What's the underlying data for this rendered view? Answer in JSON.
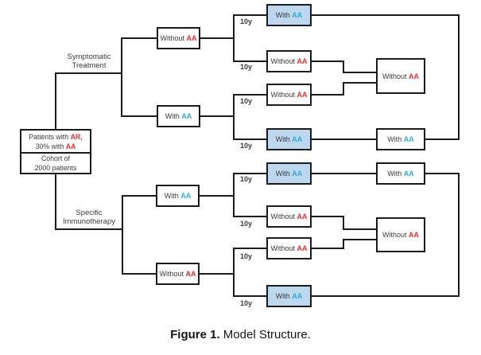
{
  "colors": {
    "red": "#ee2b2b",
    "blue": "#29abe2",
    "box_fill_blue": "#bdd7ee",
    "line": "#1b1b1b"
  },
  "root_box": {
    "line1_prefix": "Patients with ",
    "line1_red": "AR,",
    "line2_prefix": "30% with ",
    "line2_red": "AA",
    "line3": "Cohort of",
    "line4": "2000 patients"
  },
  "branch_labels": {
    "symptomatic": [
      "Symptomatic",
      "Treatment"
    ],
    "immunotherapy": [
      "Specific",
      "Immunotherapy"
    ]
  },
  "cycle_label": "10y",
  "nodes": [
    {
      "id": "treatment-without-aa",
      "prefix": "Without ",
      "aa": "AA",
      "aa_color": "red",
      "fill": "white"
    },
    {
      "id": "treatment-with-aa",
      "prefix": "With ",
      "aa": "AA",
      "aa_color": "blue",
      "fill": "white"
    },
    {
      "id": "immunotherapy-with-aa",
      "prefix": "With ",
      "aa": "AA",
      "aa_color": "blue",
      "fill": "white"
    },
    {
      "id": "immunotherapy-without-aa",
      "prefix": "Without ",
      "aa": "AA",
      "aa_color": "red",
      "fill": "white"
    },
    {
      "id": "outcome-1-with-aa",
      "prefix": "With ",
      "aa": "AA",
      "aa_color": "blue",
      "fill": "blue"
    },
    {
      "id": "outcome-2-without-aa",
      "prefix": "Without ",
      "aa": "AA",
      "aa_color": "red",
      "fill": "white"
    },
    {
      "id": "outcome-3-without-aa",
      "prefix": "Without ",
      "aa": "AA",
      "aa_color": "red",
      "fill": "white"
    },
    {
      "id": "outcome-4-with-aa",
      "prefix": "With ",
      "aa": "AA",
      "aa_color": "blue",
      "fill": "blue"
    },
    {
      "id": "outcome-5-with-aa",
      "prefix": "With ",
      "aa": "AA",
      "aa_color": "blue",
      "fill": "blue"
    },
    {
      "id": "outcome-6-without-aa",
      "prefix": "Without ",
      "aa": "AA",
      "aa_color": "red",
      "fill": "white"
    },
    {
      "id": "outcome-7-without-aa",
      "prefix": "Without ",
      "aa": "AA",
      "aa_color": "red",
      "fill": "white"
    },
    {
      "id": "outcome-8-with-aa",
      "prefix": "With ",
      "aa": "AA",
      "aa_color": "blue",
      "fill": "blue"
    },
    {
      "id": "final-upper-without-aa",
      "prefix": "Without ",
      "aa": "AA",
      "aa_color": "red",
      "fill": "white"
    },
    {
      "id": "final-upper-with-aa",
      "prefix": "With ",
      "aa": "AA",
      "aa_color": "blue",
      "fill": "white"
    },
    {
      "id": "final-lower-with-aa",
      "prefix": "With ",
      "aa": "AA",
      "aa_color": "blue",
      "fill": "white"
    },
    {
      "id": "final-lower-without-aa",
      "prefix": "Without ",
      "aa": "AA",
      "aa_color": "red",
      "fill": "white"
    }
  ],
  "caption": {
    "label": "Figure 1.",
    "title": " Model Structure."
  }
}
